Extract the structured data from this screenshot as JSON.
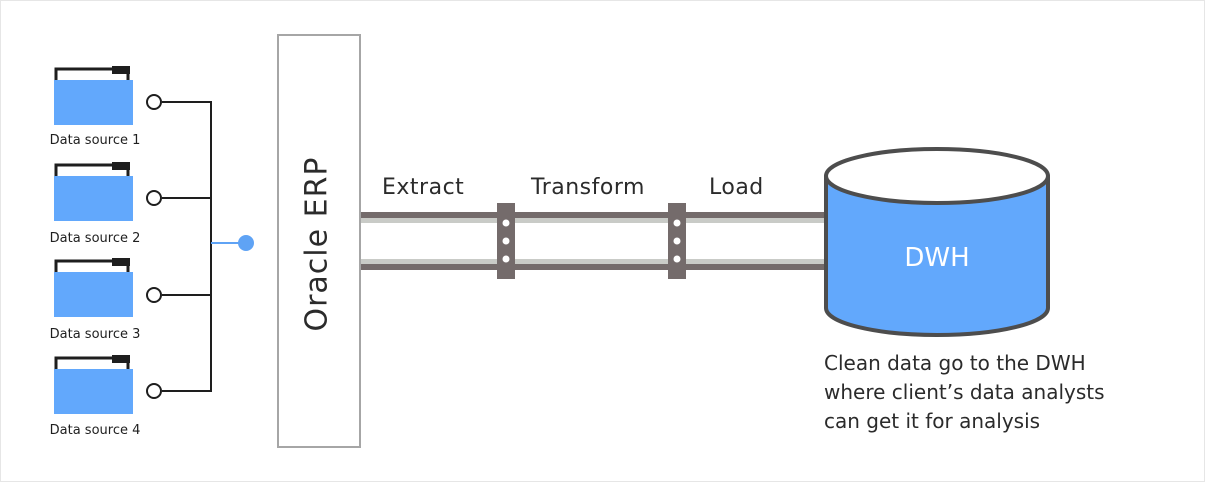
{
  "sources": [
    {
      "label": "Data source 1"
    },
    {
      "label": "Data source 2"
    },
    {
      "label": "Data source 3"
    },
    {
      "label": "Data source 4"
    }
  ],
  "erp": {
    "label": "Oracle ERP"
  },
  "pipeline": {
    "extract_label": "Extract",
    "transform_label": "Transform",
    "load_label": "Load"
  },
  "warehouse": {
    "label": "DWH"
  },
  "caption": {
    "line1": "Clean data go to the DWH",
    "line2": "where client’s data analysts",
    "line3": "can get it for analysis"
  },
  "colors": {
    "folder_blue": "#62a8fc",
    "folder_tab": "#1e1e1e",
    "connector_dot": "#5fa3f5",
    "pipe_dark": "#746b6b",
    "pipe_light": "#c9cbc7",
    "db_blue": "#62a8fc",
    "db_outline": "#4d4d4d"
  }
}
